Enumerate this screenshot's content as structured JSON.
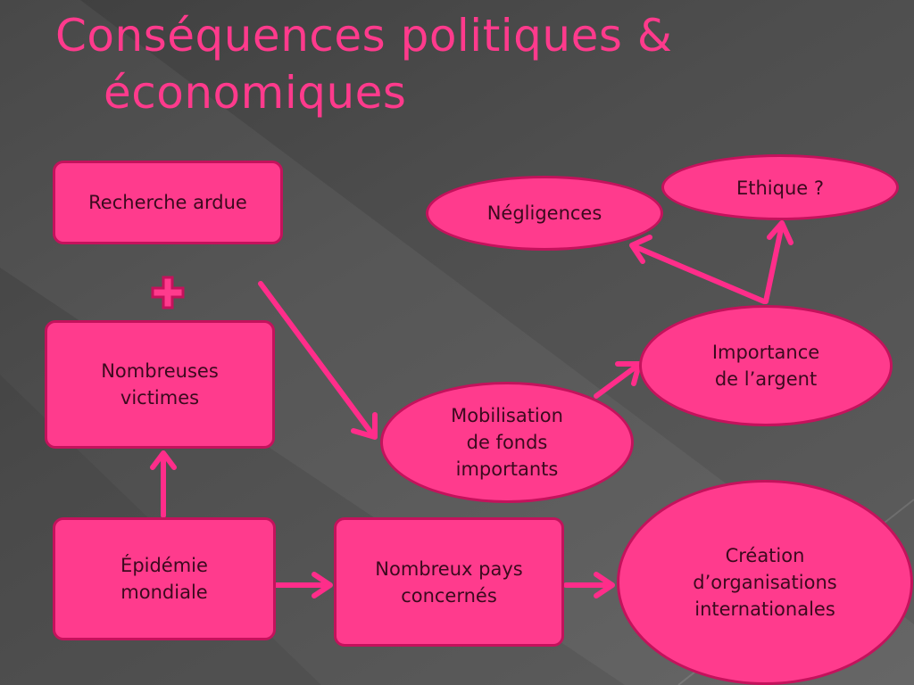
{
  "title": {
    "line1": "Conséquences politiques &",
    "line2": "économiques"
  },
  "nodes": {
    "recherche": "Recherche ardue",
    "victimes": "Nombreuses\nvictimes",
    "epidemie": "Épidémie\nmondiale",
    "pays": "Nombreux pays\nconcernés",
    "mobilisation": "Mobilisation\nde fonds\nimportants",
    "argent": "Importance\nde l’argent",
    "negligences": "Négligences",
    "ethique": "Ethique ?",
    "creation": "Création\nd’organisations\ninternationales"
  },
  "colors": {
    "node_fill": "#ff3b8d",
    "node_border": "#c4125c",
    "arrow": "#ff2d8a",
    "title": "#ff3a8c"
  },
  "icons": {
    "plus": "plus-icon"
  }
}
